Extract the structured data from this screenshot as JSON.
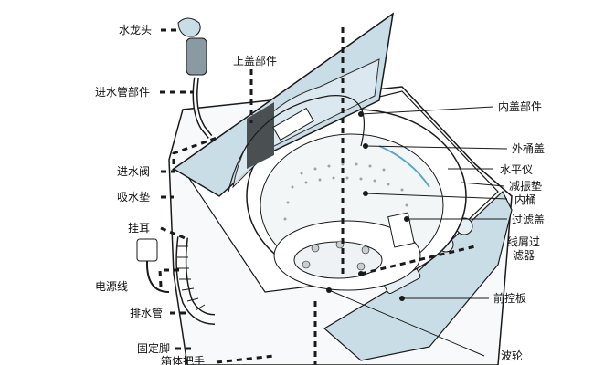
{
  "labels": {
    "left": {
      "faucet": "水龙头",
      "inlet_pipe": "进水管部件",
      "inlet_valve": "进水阀",
      "absorb_pad": "吸水垫",
      "hanger": "挂耳",
      "power_cord": "电源线",
      "drain_pipe": "排水管",
      "fixed_foot": "固定脚",
      "cabinet_handle": "箱体把手"
    },
    "top": {
      "upper_cover": "上盖部件"
    },
    "right": {
      "inner_cover": "内盖部件",
      "outer_tub_cover": "外桶盖",
      "level_gauge": "水平仪",
      "damper_pad": "减振垫",
      "inner_tub": "内桶",
      "filter_cover": "过滤盖",
      "lint_filter_line1": "线屑过",
      "lint_filter_line2": "滤器",
      "front_panel": "前控板",
      "pulsator": "波轮"
    }
  },
  "colors": {
    "panel_blue": "#c9dde6",
    "panel_blue_dark": "#a9c6d3",
    "line": "#1a1a1a",
    "machine_white": "#f7f9fa"
  }
}
